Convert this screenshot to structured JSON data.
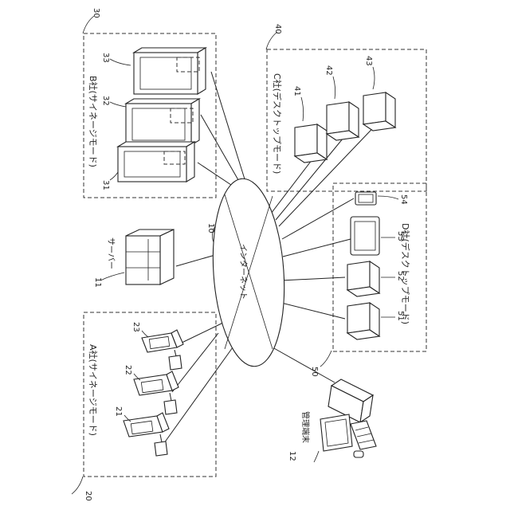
{
  "internet": {
    "label": "インターネット",
    "ref": "10"
  },
  "server": {
    "label": "サーバー",
    "ref": "11"
  },
  "admin_terminal": {
    "label": "管理端末",
    "ref": "12"
  },
  "company_a": {
    "label": "A社(サイネージモード)",
    "ref": "20",
    "devices": [
      {
        "ref": "21"
      },
      {
        "ref": "22"
      },
      {
        "ref": "23"
      }
    ]
  },
  "company_b": {
    "label": "B社(サイネージモード)",
    "ref": "30",
    "devices": [
      {
        "ref": "31"
      },
      {
        "ref": "32"
      },
      {
        "ref": "33"
      }
    ]
  },
  "company_c": {
    "label": "C社(デスクトップモード)",
    "ref": "40",
    "devices": [
      {
        "ref": "41"
      },
      {
        "ref": "42"
      },
      {
        "ref": "43"
      }
    ]
  },
  "company_d": {
    "label": "D社(デスクトップモード)",
    "ref": "50",
    "devices": [
      {
        "ref": "51"
      },
      {
        "ref": "52"
      },
      {
        "ref": "53"
      },
      {
        "ref": "54"
      }
    ]
  }
}
